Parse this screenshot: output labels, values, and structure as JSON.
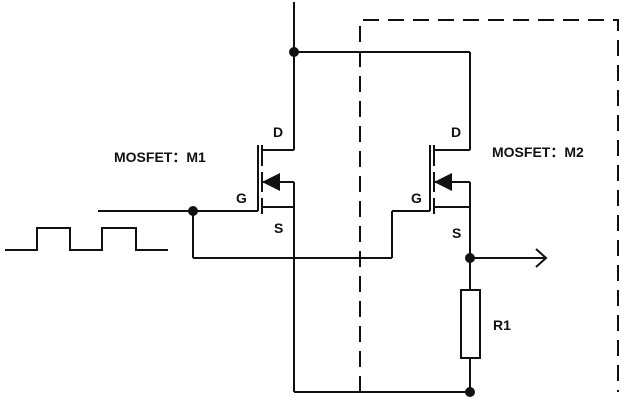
{
  "diagram": {
    "transistors": [
      {
        "id": "M1",
        "label": "MOSFET：M1",
        "drain": "D",
        "gate": "G",
        "source": "S"
      },
      {
        "id": "M2",
        "label": "MOSFET：M2",
        "drain": "D",
        "gate": "G",
        "source": "S"
      }
    ],
    "resistor": {
      "label": "R1"
    },
    "colors": {
      "stroke": "#111111",
      "background": "#ffffff"
    }
  }
}
